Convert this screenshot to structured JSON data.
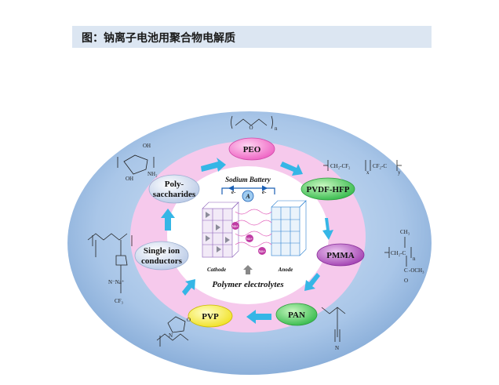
{
  "title": "图：钠离子电池用聚合物电解质",
  "nodes": {
    "peo": "PEO",
    "pvdf_hfp": "PVDF-HFP",
    "pmma": "PMMA",
    "pan": "PAN",
    "pvp": "PVP",
    "single_ion_1": "Single ion",
    "single_ion_2": "conductors",
    "poly_1": "Poly-",
    "poly_2": "saccharides"
  },
  "center": {
    "sodium_battery": "Sodium Battery",
    "e_left": "e-",
    "e_right": "e-",
    "ammeter": "A",
    "cathode": "Cathode",
    "anode": "Anode",
    "na_ion": "Na+",
    "polymer_electrolytes": "Polymer electrolytes"
  },
  "structures": {
    "peo_o": "O",
    "peo_n": "n",
    "pvdf_1": "CH₂-CF₂",
    "pvdf_2": "CF₂-C",
    "pvdf_x": "x",
    "pvdf_y": "y",
    "pmma_ch3": "CH₃",
    "pmma_ch2": "CH₂-C",
    "pmma_c": "C",
    "pmma_o": "O",
    "pmma_och3": "-OCH₃",
    "pmma_n": "n",
    "pan_n": "N",
    "pvp_o": "O",
    "pvp_n": "N",
    "oh1": "OH",
    "oh2": "OH",
    "nh2": "NH₂",
    "sulf_na": "N⁻Na⁺",
    "cf3": "CF₃"
  },
  "colors": {
    "outer_ring": "#a6c3e6",
    "pink_ring": "#f5c8ea",
    "center": "#ffffff",
    "arrow": "#35b6e6",
    "title_bg": "#dce6f2"
  }
}
